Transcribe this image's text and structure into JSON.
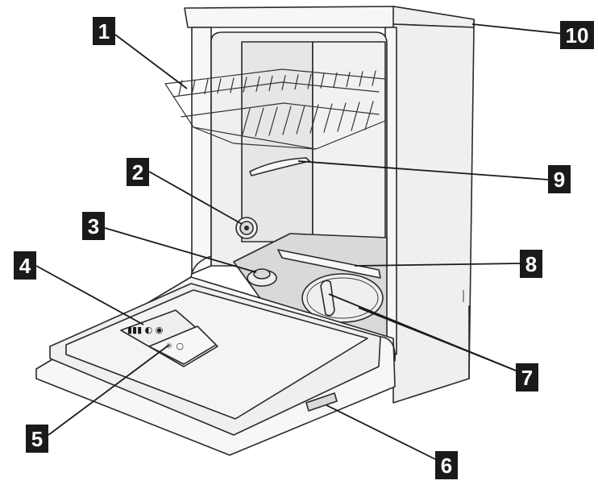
{
  "callouts": [
    {
      "id": "1",
      "label": "1"
    },
    {
      "id": "2",
      "label": "2"
    },
    {
      "id": "3",
      "label": "3"
    },
    {
      "id": "4",
      "label": "4"
    },
    {
      "id": "5",
      "label": "5"
    },
    {
      "id": "6",
      "label": "6"
    },
    {
      "id": "7",
      "label": "7"
    },
    {
      "id": "8",
      "label": "8"
    },
    {
      "id": "9",
      "label": "9"
    },
    {
      "id": "10",
      "label": "10"
    }
  ],
  "panel_symbols": {
    "row1": "▮▮▮ ◐ ◉",
    "row2": "☼ ○"
  },
  "colors": {
    "line": "#2a2a2a",
    "callout_fill": "#1a1a1a",
    "callout_text": "#ffffff",
    "panel_fill": "#efefef"
  }
}
